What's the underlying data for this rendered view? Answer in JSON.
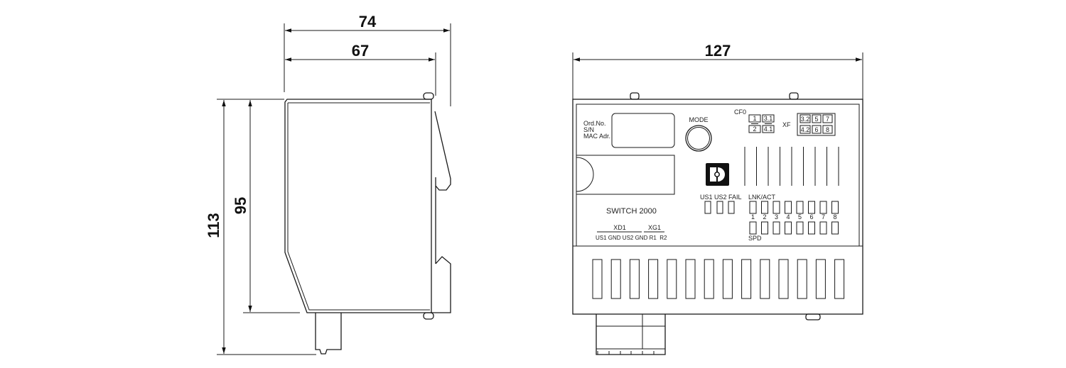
{
  "dimensions": {
    "side_depth_total": "74",
    "side_depth_body": "67",
    "side_height_total": "113",
    "side_height_body": "95",
    "front_width": "127"
  },
  "panel": {
    "label_lines": [
      "Ord.No.",
      "S/N",
      "MAC Adr."
    ],
    "mode": "MODE",
    "cf0": "CF0",
    "dip_labels": [
      "1",
      "3.1",
      "2",
      "4.1"
    ],
    "xf": "XF",
    "xf_labels": [
      "3.2",
      "5",
      "7",
      "4.2",
      "6",
      "8"
    ],
    "status_leds": "US1 US2 FAIL",
    "lnk_act": "LNK/ACT",
    "port_numbers": [
      "1",
      "2",
      "3",
      "4",
      "5",
      "6",
      "7",
      "8"
    ],
    "spd": "SPD",
    "model": "SWITCH 2000",
    "xd1": "XD1",
    "xg1": "XG1",
    "terminals": "US1 GND US2 GND R1  R2"
  }
}
